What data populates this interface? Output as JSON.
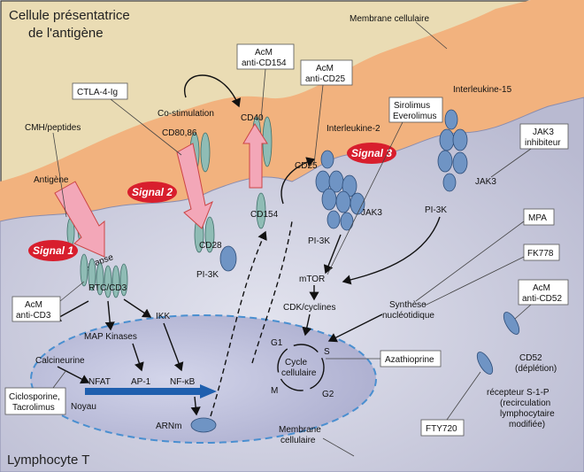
{
  "regions": {
    "apc_title_line1": "Cellule présentatrice",
    "apc_title_line2": "de l'antigène",
    "lymphocyte_title": "Lymphocyte T",
    "membrane_top": "Membrane cellulaire",
    "membrane_bottom_line1": "Membrane",
    "membrane_bottom_line2": "cellulaire",
    "nucleus": "Noyau",
    "synapse": "Synapse"
  },
  "signals": {
    "signal1": "Signal 1",
    "signal2": "Signal 2",
    "signal3": "Signal 3"
  },
  "molecules": {
    "cmh": "CMH/peptides",
    "antigene": "Antigène",
    "tcr": "RTC/CD3",
    "costim": "Co-stimulation",
    "cd80": "CD80,86",
    "cd28": "CD28",
    "cd40": "CD40",
    "cd154": "CD154",
    "pi3k_left": "PI-3K",
    "il2": "Interleukine-2",
    "cd25": "CD25",
    "jak3_mid": "JAK3",
    "pi3k_mid": "PI-3K",
    "il15": "Interleukine-15",
    "jak3_right": "JAK3",
    "pi3k_right": "PI-3K",
    "mtor": "mTOR",
    "cdk": "CDK/cyclines",
    "ikk": "IKK",
    "mapk": "MAP Kinases",
    "calcineurine": "Calcineurine",
    "nfat": "NFAT",
    "ap1": "AP-1",
    "nfkb": "NF-κB",
    "arnm": "ARNm",
    "synthese_line1": "Synthèse",
    "synthese_line2": "nucléotidique",
    "cycle_line1": "Cycle",
    "cycle_line2": "cellulaire",
    "g1": "G1",
    "s": "S",
    "m": "M",
    "g2": "G2",
    "cd52_line1": "CD52",
    "cd52_line2": "(déplétion)",
    "s1p_line1": "récepteur S-1-P",
    "s1p_line2": "(recirculation",
    "s1p_line3": "lymphocytaire",
    "s1p_line4": "modifiée)"
  },
  "drug_boxes": {
    "anti_cd154_line1": "AcM",
    "anti_cd154_line2": "anti-CD154",
    "ctla4": "CTLA-4-Ig",
    "anti_cd25_line1": "AcM",
    "anti_cd25_line2": "anti-CD25",
    "siro_line1": "Sirolimus",
    "siro_line2": "Everolimus",
    "jak3inh_line1": "JAK3",
    "jak3inh_line2": "inhibiteur",
    "anti_cd3_line1": "AcM",
    "anti_cd3_line2": "anti-CD3",
    "mpa": "MPA",
    "fk778": "FK778",
    "anti_cd52_line1": "AcM",
    "anti_cd52_line2": "anti-CD52",
    "azathioprine": "Azathioprine",
    "ciclo_line1": "Ciclosporine,",
    "ciclo_line2": "Tacrolimus",
    "fty720": "FTY720"
  },
  "colors": {
    "apc_fill": "#eadcb4",
    "lymph_fill": "#cfd0e3",
    "membrane": "#f2b27e",
    "nucleus": "#bfc1dd",
    "signal_red": "#d81e2d",
    "receptor_blue": "#6f94c4",
    "nfat_bar": "#1f5fae"
  }
}
